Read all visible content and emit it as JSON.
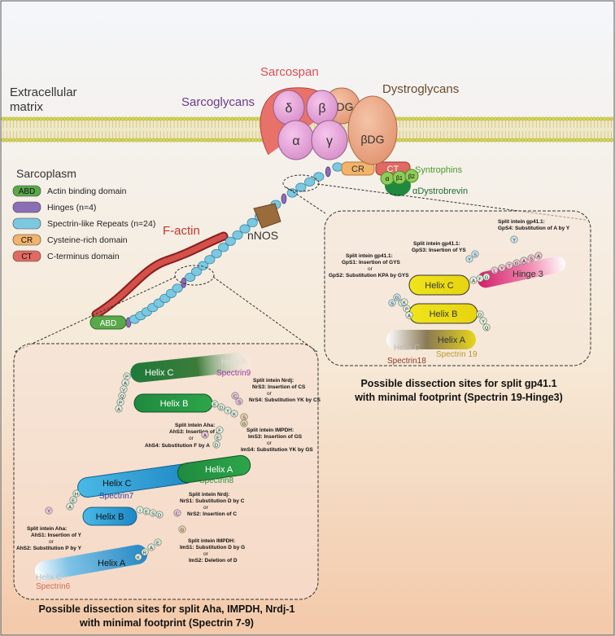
{
  "regions": {
    "extracellular": "Extracellular\nmatrix",
    "sarcoplasm": "Sarcoplasm"
  },
  "complex": {
    "sarcospan": "Sarcospan",
    "sarcoglycans": "Sarcoglycans",
    "dystroglycans": "Dystroglycans",
    "adg": "αDG",
    "bdg": "βDG",
    "delta": "δ",
    "beta": "β",
    "alpha": "α",
    "gamma": "γ",
    "syntrophins": "Syntrophins",
    "adystrobrevin": "αDystrobrevin",
    "syn_a": "α",
    "syn_b1": "β1",
    "syn_b2": "β2",
    "cr": "CR",
    "ct": "CT",
    "nnos": "nNOS",
    "factin": "F-actin",
    "abd": "ABD"
  },
  "legend": [
    {
      "key": "ABD",
      "label": "Actin binding domain",
      "color": "#5aa84a"
    },
    {
      "key": "",
      "label": "Hinges (n=4)",
      "color": "#8b6fb5"
    },
    {
      "key": "",
      "label": "Spectrin-like Repeats (n=24)",
      "color": "#7cc8e0"
    },
    {
      "key": "CR",
      "label": "Cysteine-rich domain",
      "color": "#f2b36b"
    },
    {
      "key": "CT",
      "label": "C-terminus domain",
      "color": "#e06a62"
    }
  ],
  "right_panel": {
    "helix_c": "Helix C",
    "helix_b": "Helix B",
    "helix_a": "Helix A",
    "hinge3": "Hinge 3",
    "spectrin19": "Spectrin 19",
    "spectrin18": "Spectrin18",
    "helix_c_faded": "Helix C",
    "gp41_s1_title": "Split intein gp41.1:",
    "gp41_s1_line": "GpS1: Insertion of GYS",
    "gp41_or": "or",
    "gp41_s2_line": "GpS2: Substitution KPA by GYS",
    "gp41_s3_title": "Split intein gp41.1:",
    "gp41_s3_line": "GpS3: Insertion of YS",
    "gp41_s4_title": "Split intein gp41.1:",
    "gp41_s4_line": "GpS4: Substitution of A by Y",
    "caption_1": "Possible dissection sites for split gp41.1",
    "caption_2": "with minimal footprint (Spectrin 19-Hinge3)"
  },
  "left_panel": {
    "helix_c_top": "Helix C",
    "helix_a_faded": "Helix A",
    "spectrin9": "Spectrin9",
    "helix_b_top": "Helix B",
    "helix_c_mid": "Helix C",
    "helix_a_mid": "Helix A",
    "spectrin8": "Spectrin8",
    "spectrin7": "Spectrin7",
    "helix_b_low": "Helix B",
    "helix_a_low": "Helix A",
    "helix_c_faded": "Helix C",
    "spectrin6": "Spectrin6",
    "nrdj_top_title": "Split intein Nrdj:",
    "nrs3": "NrS3: Insertion of CS",
    "nr_or1": "or",
    "nrs4": "NrS4: Substitution YK by CS",
    "aha_top_title": "Split intein Aha:",
    "ahs3": "AhS3: Insertion of A",
    "aha_or1": "or",
    "ahs4": "AhS4: Substitution F by A",
    "impdh_top_title": "Split intein IMPDH:",
    "ims3": "ImS3: Insertion of GS",
    "im_or1": "or",
    "ims4": "ImS4: Substitution YK by GS",
    "nrdj_low_title": "Split intein Nrdj:",
    "nrs1": "NrS1: Substitution D by C",
    "nr_or2": "or",
    "nrs2": "NrS2: Insertion of C",
    "aha_low_title": "Split intein Aha:",
    "ahs1": "AhS1: Insertion of Y",
    "aha_or2": "or",
    "ahs2": "AhS2: Substitution P by Y",
    "impdh_low_title": "Split intein IMPDH:",
    "ims1": "ImS1: Substitution D by G",
    "im_or2": "or",
    "ims2": "ImS2: Deletion of D",
    "caption_1": "Possible dissection sites for split Aha, IMPDH, Nrdj-1",
    "caption_2": "with minimal footprint (Spectrin 7-9)"
  },
  "residues": {
    "gp_s": "S",
    "gp_y": "Y",
    "gp_g": "G",
    "rp_tail": [
      "A",
      "F",
      "G"
    ],
    "rp_loop1": [
      "K",
      "P",
      "A"
    ],
    "rp_loop2": [
      "D",
      "Y",
      "Q"
    ],
    "rp_hinge": [
      "L",
      "Y",
      "T",
      "G",
      "A",
      "S",
      "A"
    ],
    "rp_top_y": "Y",
    "rp_top_s": "S",
    "rp_top_y2": "Y",
    "lp_loop9": [
      "P",
      "A",
      "V",
      "Q",
      "P",
      "A"
    ],
    "lp_ins_c": "C",
    "lp_ins_s": "S",
    "lp_ins_s2": "S",
    "lp_ins_g": "G",
    "lp_yk": [
      "E",
      "D",
      "Y",
      "K"
    ],
    "lp_ins_a": "A",
    "lp_loop8": [
      "F",
      "E",
      "D"
    ],
    "lp_loop7": [
      "H",
      "E",
      "A"
    ],
    "lp_ins_y": "Y",
    "lp_loop76": [
      "I",
      "E",
      "S",
      "D"
    ],
    "lp_ins_c2": "C",
    "lp_ins_g2": "G",
    "lp_loop6": [
      "K",
      "R",
      "A",
      "E"
    ]
  }
}
